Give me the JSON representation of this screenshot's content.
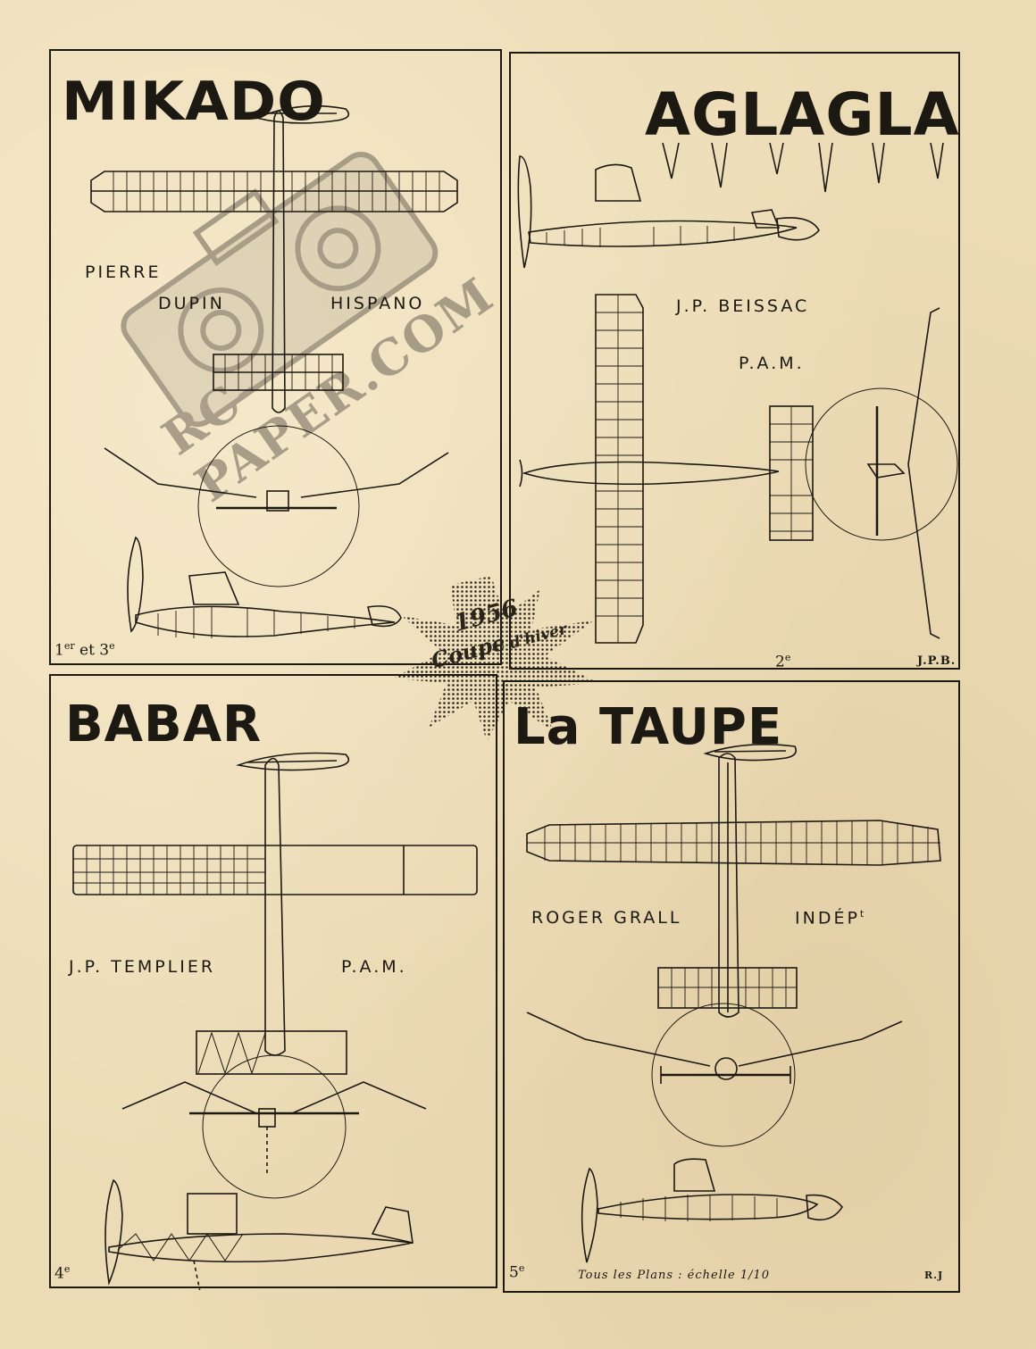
{
  "panels": {
    "mikado": {
      "title": "MIKADO",
      "credit_line1": "PIERRE",
      "credit_line2": "DUPIN",
      "club": "HISPANO",
      "rank_main": "1",
      "rank_sup1": "er",
      "rank_mid": " et 3",
      "rank_sup2": "e"
    },
    "aglagla": {
      "title": "AGLAGLA",
      "credit": "J.P. BEISSAC",
      "club": "P.A.M.",
      "rank_main": "2",
      "rank_sup": "e",
      "signature": "J.P.B."
    },
    "babar": {
      "title": "BABAR",
      "credit": "J.P. TEMPLIER",
      "club": "P.A.M.",
      "rank_main": "4",
      "rank_sup": "e"
    },
    "lataupe": {
      "title": "La TAUPE",
      "credit": "ROGER GRALL",
      "club": "INDÉP",
      "club_sup": "t",
      "rank_main": "5",
      "rank_sup": "e",
      "footer": "Tous les Plans : échelle 1/10",
      "signature": "R.J"
    }
  },
  "badge": {
    "year": "1956",
    "line1": "Coupe",
    "line2": "d'hiver"
  },
  "watermark": {
    "text": "RC-PAPER.COM"
  }
}
